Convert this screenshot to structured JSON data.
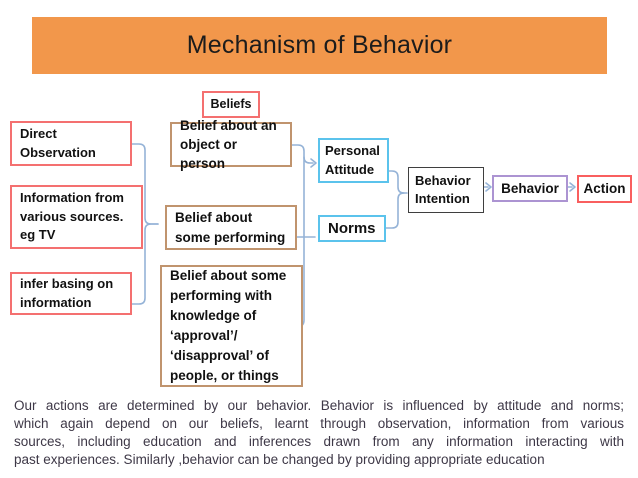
{
  "slide_title": "Mechanism of Behavior",
  "colors": {
    "title-bg": "#F2974B",
    "source-border": "#F47070",
    "belief-border": "#C0946E",
    "attitude-border": "#5BC3EC",
    "intention-border": "#3F3F3F",
    "behavior-border": "#AC94D2",
    "action-border": "#F95F5F",
    "connector": "#95B3D7",
    "box-text": "#111111",
    "paragraph-text": "#3E3847"
  },
  "diagram": {
    "beliefs_header": "Beliefs",
    "sources": [
      {
        "lines": [
          "Direct",
          "Observation"
        ]
      },
      {
        "lines": [
          "Information from",
          "various sources.",
          "eg TV"
        ]
      },
      {
        "lines": [
          "infer basing on",
          "information"
        ]
      }
    ],
    "beliefs": [
      {
        "lines": [
          "Belief about an",
          "object or person"
        ]
      },
      {
        "lines": [
          "Belief about",
          "some performing"
        ]
      },
      {
        "lines": [
          "Belief about some",
          "performing with",
          "knowledge of",
          "‘approval’/",
          "‘disapproval’ of",
          "people, or things"
        ]
      }
    ],
    "personal_attitude": {
      "lines": [
        "Personal",
        "Attitude"
      ]
    },
    "norms": "Norms",
    "behavior_intention": {
      "lines": [
        "Behavior",
        "Intention"
      ]
    },
    "behavior": "Behavior",
    "action": "Action"
  },
  "paragraph": {
    "lines": [
      "Our actions are determined by our behavior. Behavior is influenced by attitude and norms;",
      "which again depend on our beliefs, learnt through observation, information from various",
      "sources, including education and inferences drawn from any information interacting with",
      "past experiences. Similarly ,behavior can be changed by providing appropriate education"
    ]
  }
}
